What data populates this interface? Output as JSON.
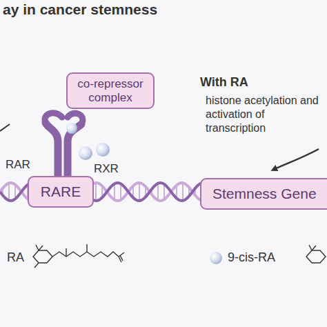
{
  "diagram": {
    "title": "ay in cancer stemness",
    "nodes": [
      {
        "text": [
          "co-repressor complex"
        ]
      },
      {
        "text": [
          "RARE"
        ]
      },
      {
        "text": [
          "Stemness Gene"
        ]
      }
    ],
    "labels": [
      "RAR",
      "RXR",
      "With RA",
      "histone acetylation and activation of transcription",
      "RA"
    ],
    "legend": [
      {
        "text": "9-cis-RA"
      }
    ]
  }
}
